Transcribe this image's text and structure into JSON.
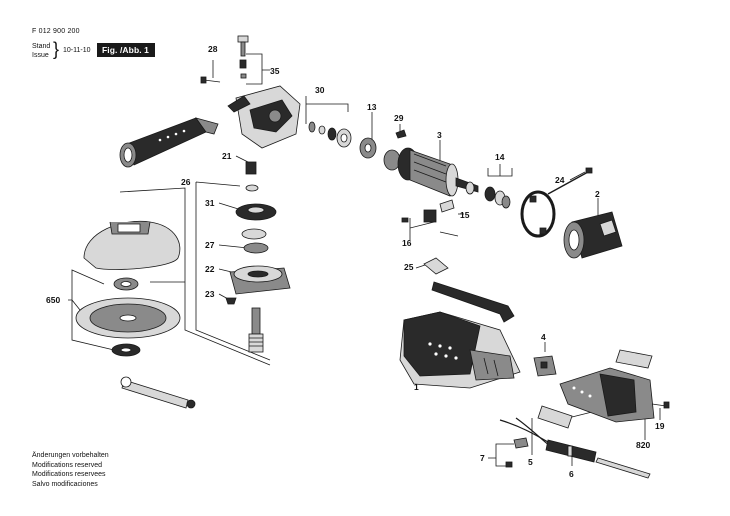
{
  "header": {
    "doc_number": "F 012 900 200",
    "stand_label": "Stand",
    "issue_label": "Issue",
    "brace": "}",
    "issue_date": "10-11-10",
    "fig_label": "Fig. /Abb. 1"
  },
  "callouts": {
    "c28": "28",
    "c35": "35",
    "c30": "30",
    "c13": "13",
    "c29": "29",
    "c3": "3",
    "c14": "14",
    "c24": "24",
    "c2": "2",
    "c21": "21",
    "c26": "26",
    "c31": "31",
    "c27": "27",
    "c22": "22",
    "c23": "23",
    "c650": "650",
    "c15": "15",
    "c16": "16",
    "c25": "25",
    "c4": "4",
    "c1": "1",
    "c19": "19",
    "c820": "820",
    "c7": "7",
    "c5": "5",
    "c6": "6"
  },
  "notes": [
    "Änderungen vorbehalten",
    "Modifications reserved",
    "Modifications reservees",
    "Salvo modificaciones"
  ],
  "colors": {
    "line": "#1a1a1a",
    "dark": "#2a2a2a",
    "mid": "#8a8a8a",
    "light": "#d8d8d8",
    "badge": "#1a1a1a"
  }
}
